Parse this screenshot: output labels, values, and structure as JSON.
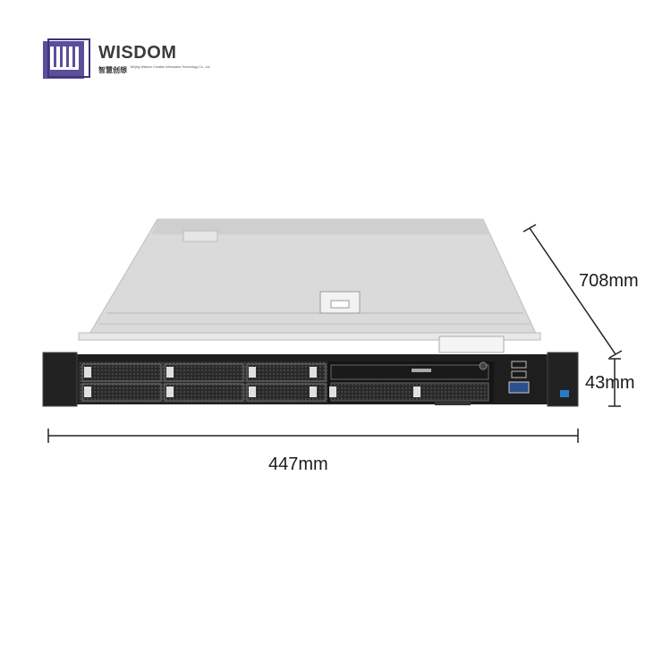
{
  "brand": {
    "name": "WISDOM",
    "chinese_name": "智慧创想",
    "tagline": "Beijing Wisdom Creative Information Technology Co., Ltd",
    "color": "#5b4f9c"
  },
  "product": {
    "description_icon": "rack-server-1u",
    "dimensions": {
      "width": "447mm",
      "depth": "708mm",
      "height": "43mm"
    }
  },
  "colors": {
    "chassis_top": "#dcdcdc",
    "front_panel": "#1e1e1e",
    "dimension_lines": "#222222"
  }
}
